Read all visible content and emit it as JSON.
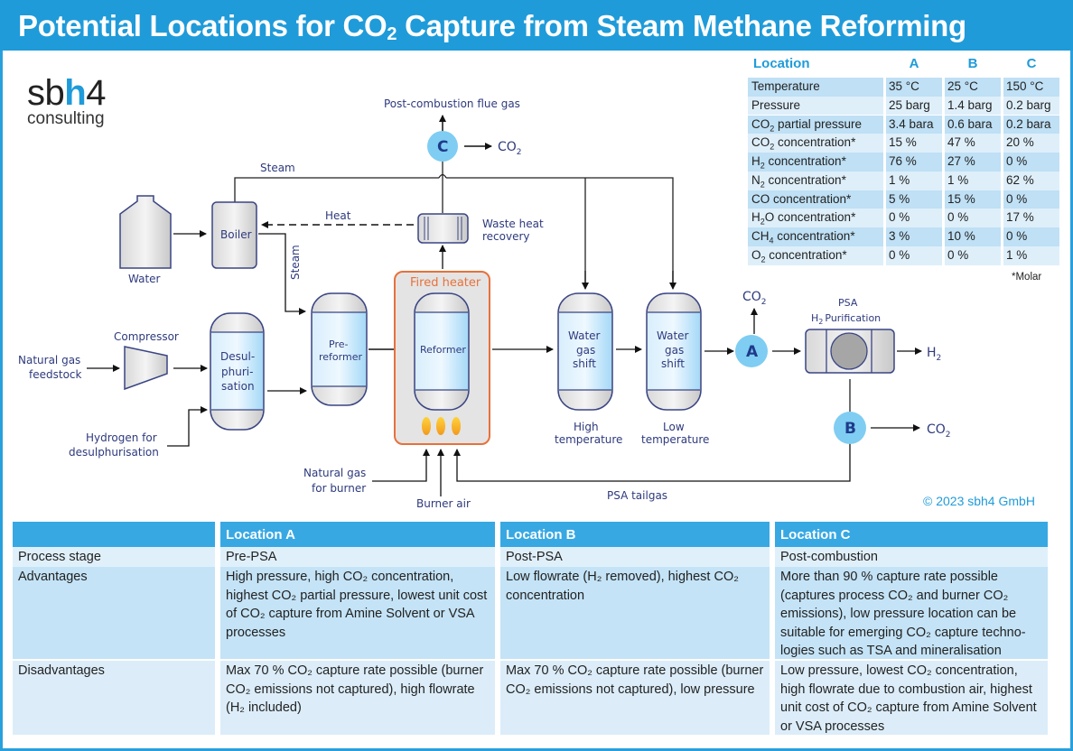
{
  "title": {
    "pre": "Potential Locations for CO",
    "sub": "2",
    "post": " Capture from Steam Methane Reforming"
  },
  "logo": {
    "part1": "sb",
    "part2": "h",
    "part3": "4",
    "sub": "consulting"
  },
  "diagram": {
    "labels": {
      "post_combustion": "Post-combustion flue gas",
      "co2": "CO",
      "co2_sub": "2",
      "h2": "H",
      "h2_sub": "2",
      "steam_top": "Steam",
      "steam_side": "Steam",
      "heat": "Heat",
      "waste_heat_1": "Waste heat",
      "waste_heat_2": "recovery",
      "water": "Water",
      "boiler": "Boiler",
      "compressor": "Compressor",
      "ng_feed_1": "Natural gas",
      "ng_feed_2": "feedstock",
      "h2_desulph_1": "Hydrogen for",
      "h2_desulph_2": "desulphurisation",
      "desulph_1": "Desul-",
      "desul_2": "phuri-",
      "desul_3": "sation",
      "prereformer_1": "Pre-",
      "prereformer_2": "reformer",
      "fired_heater": "Fired heater",
      "reformer": "Reformer",
      "wgs_1": "Water",
      "wgs_2": "gas",
      "wgs_3": "shift",
      "high_1": "High",
      "high_2": "temperature",
      "low_1": "Low",
      "low_2": "temperature",
      "psa_1": "PSA",
      "psa_2": "Purification",
      "ng_burner_1": "Natural gas",
      "ng_burner_2": "for burner",
      "burner_air": "Burner air",
      "psa_tailgas": "PSA tailgas"
    },
    "locations": {
      "a": "A",
      "b": "B",
      "c": "C"
    },
    "colors": {
      "location_circle": "#7fcdf2",
      "fired_heater": "#e8713a",
      "vessel_fill": "#b8defa",
      "accent": "#1f9bd9"
    }
  },
  "properties_table": {
    "header": {
      "label": "Location",
      "a": "A",
      "b": "B",
      "c": "C"
    },
    "rows": [
      {
        "name": "Temperature",
        "sub": "",
        "rest": "",
        "a": "35 °C",
        "b": "25 °C",
        "c": "150 °C"
      },
      {
        "name": "Pressure",
        "sub": "",
        "rest": "",
        "a": "25 barg",
        "b": "1.4 barg",
        "c": "0.2 barg"
      },
      {
        "name": "CO",
        "sub": "2",
        "rest": " partial pressure",
        "a": "3.4 bara",
        "b": "0.6 bara",
        "c": "0.2 bara"
      },
      {
        "name": "CO",
        "sub": "2",
        "rest": " concentration*",
        "a": "15 %",
        "b": "47 %",
        "c": "20 %"
      },
      {
        "name": "H",
        "sub": "2",
        "rest": " concentration*",
        "a": "76 %",
        "b": "27 %",
        "c": "0 %"
      },
      {
        "name": "N",
        "sub": "2",
        "rest": " concentration*",
        "a": "1 %",
        "b": "1 %",
        "c": "62 %"
      },
      {
        "name": "CO concentration*",
        "sub": "",
        "rest": "",
        "a": "5 %",
        "b": "15 %",
        "c": "0 %"
      },
      {
        "name": "H",
        "sub": "2",
        "rest": "O concentration*",
        "a": "0 %",
        "b": "0 %",
        "c": "17 %"
      },
      {
        "name": "CH",
        "sub": "4",
        "rest": " concentration*",
        "a": "3 %",
        "b": "10 %",
        "c": "0 %"
      },
      {
        "name": "O",
        "sub": "2",
        "rest": " concentration*",
        "a": "0 %",
        "b": "0 %",
        "c": "1 %"
      }
    ],
    "footnote": "*Molar"
  },
  "copyright": "© 2023 sbh4 GmbH",
  "comparison": {
    "headers": [
      "",
      "Location A",
      "Location B",
      "Location C"
    ],
    "row_labels": {
      "stage": "Process stage",
      "adv": "Advantages",
      "dis": "Disadvantages"
    },
    "stage": [
      "Pre-PSA",
      "Post-PSA",
      "Post-combustion"
    ],
    "advantages": [
      "High pressure, high CO₂ concentration, highest CO₂ partial pressure, lowest unit cost of CO₂ capture from Amine Solvent or VSA processes",
      "Low flowrate (H₂ removed), highest CO₂ concentration",
      "More than 90 % capture rate possible (captures process CO₂ and burner CO₂ emissions), low pressure location can be suitable for emerging CO₂ capture techno-logies such as TSA and mineralisation"
    ],
    "disadvantages": [
      "Max 70 % CO₂ capture rate possible (burner CO₂ emissions not captured), high flowrate (H₂ included)",
      "Max 70 % CO₂ capture rate possible (burner CO₂ emissions not captured), low pressure",
      "Low pressure, lowest CO₂ concentration, high flowrate due to combustion air, highest unit cost of CO₂ capture from Amine Solvent or VSA processes"
    ]
  }
}
